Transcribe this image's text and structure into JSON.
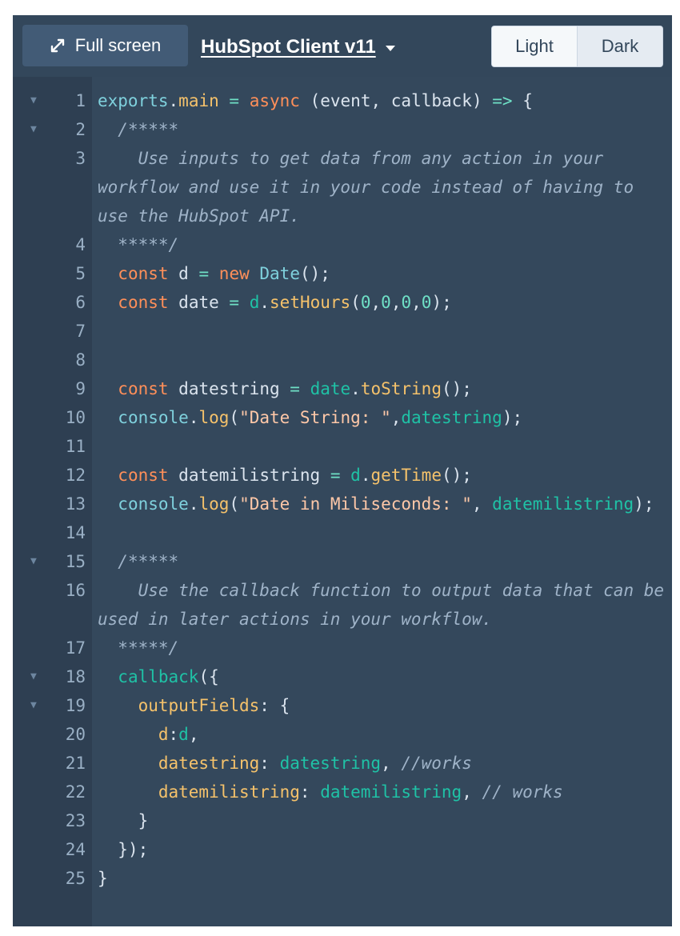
{
  "header": {
    "fullscreen_label": "Full screen",
    "fullscreen_icon": "expand-arrows-icon",
    "title": "HubSpot Client v11",
    "title_dropdown_icon": "caret-down-icon",
    "theme_toggle": {
      "options": [
        "Light",
        "Dark"
      ],
      "selected": "Dark"
    }
  },
  "colors": {
    "frame_bg": "#33475b",
    "editor_bg": "#34485c",
    "gutter_bg": "#2e3f52",
    "button_bg": "#425b76",
    "keyword": "#ff8f59",
    "property": "#f5c26b",
    "identifier": "#1fc2a6",
    "comment": "#9fb3c8",
    "string": "#ffc8a8"
  },
  "editor": {
    "language": "javascript",
    "lines": [
      {
        "n": "1",
        "fold": true,
        "text": "exports.main = async (event, callback) => {"
      },
      {
        "n": "2",
        "fold": true,
        "text": "  /*****"
      },
      {
        "n": "3",
        "fold": false,
        "text": "    Use inputs to get data from any action in your workflow and use it in your code instead of having to use the HubSpot API."
      },
      {
        "n": "4",
        "fold": false,
        "text": "  *****/"
      },
      {
        "n": "5",
        "fold": false,
        "text": "  const d = new Date();"
      },
      {
        "n": "6",
        "fold": false,
        "text": "  const date = d.setHours(0,0,0,0);"
      },
      {
        "n": "7",
        "fold": false,
        "text": ""
      },
      {
        "n": "8",
        "fold": false,
        "text": ""
      },
      {
        "n": "9",
        "fold": false,
        "text": "  const datestring = date.toString();"
      },
      {
        "n": "10",
        "fold": false,
        "text": "  console.log(\"Date String: \",datestring);"
      },
      {
        "n": "11",
        "fold": false,
        "text": ""
      },
      {
        "n": "12",
        "fold": false,
        "text": "  const datemilistring = d.getTime();"
      },
      {
        "n": "13",
        "fold": false,
        "text": "  console.log(\"Date in Miliseconds: \", datemilistring);"
      },
      {
        "n": "14",
        "fold": false,
        "text": ""
      },
      {
        "n": "15",
        "fold": true,
        "text": "  /*****"
      },
      {
        "n": "16",
        "fold": false,
        "text": "    Use the callback function to output data that can be used in later actions in your workflow."
      },
      {
        "n": "17",
        "fold": false,
        "text": "  *****/"
      },
      {
        "n": "18",
        "fold": true,
        "text": "  callback({"
      },
      {
        "n": "19",
        "fold": true,
        "text": "    outputFields: {"
      },
      {
        "n": "20",
        "fold": false,
        "text": "      d:d,"
      },
      {
        "n": "21",
        "fold": false,
        "text": "      datestring: datestring, //works"
      },
      {
        "n": "22",
        "fold": false,
        "text": "      datemilistring: datemilistring, // works"
      },
      {
        "n": "23",
        "fold": false,
        "text": "    }"
      },
      {
        "n": "24",
        "fold": false,
        "text": "  });"
      },
      {
        "n": "25",
        "fold": false,
        "text": "}"
      }
    ],
    "fold_icon": "fold-triangle-icon"
  }
}
